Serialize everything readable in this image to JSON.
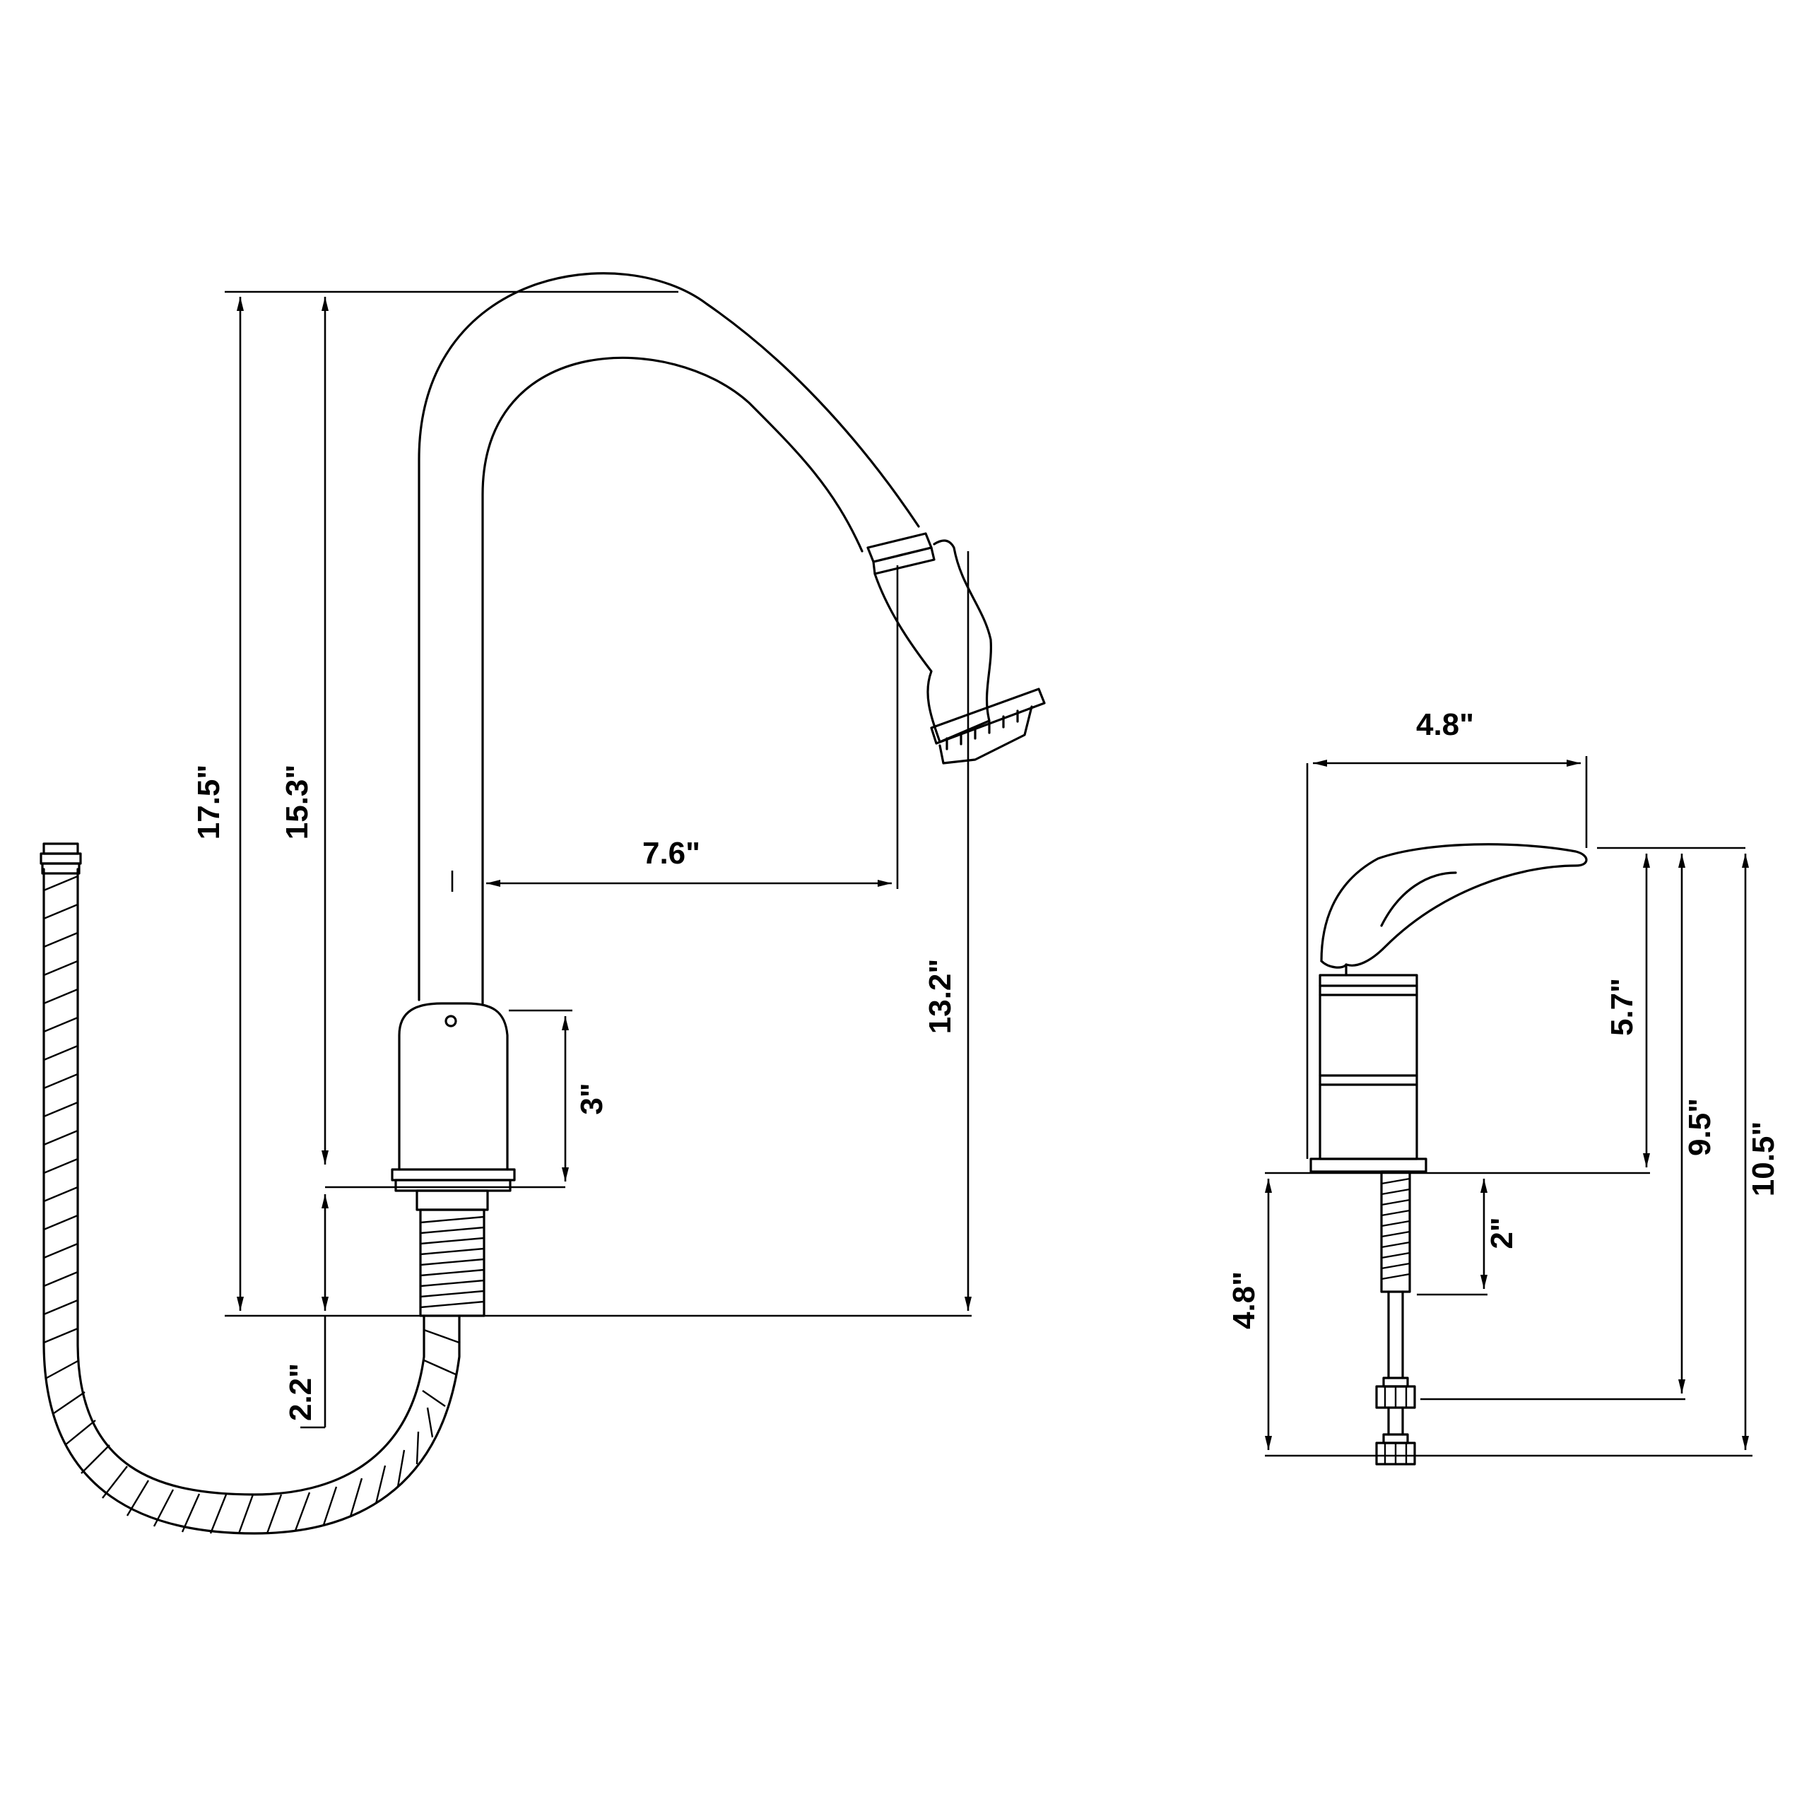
{
  "drawing": {
    "dimensions": {
      "overall_height": "17.5\"",
      "spout_height": "15.3\"",
      "spout_reach": "7.6\"",
      "aerator_height": "13.2\"",
      "base_height": "3\"",
      "shank_length": "2.2\"",
      "handle_width": "4.8\"",
      "handle_height": "5.7\"",
      "side_supply_height": "9.5\"",
      "side_overall_height": "10.5\"",
      "side_shank_length": "2\"",
      "side_below_deck": "4.8\""
    }
  }
}
